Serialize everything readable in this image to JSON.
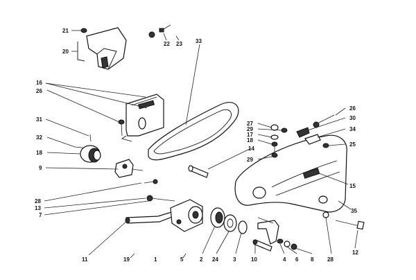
{
  "callouts": [
    {
      "id": "21",
      "text": "21"
    },
    {
      "id": "20",
      "text": "20"
    },
    {
      "id": "22",
      "text": "22"
    },
    {
      "id": "23",
      "text": "23"
    },
    {
      "id": "33",
      "text": "33"
    },
    {
      "id": "16",
      "text": "16"
    },
    {
      "id": "26a",
      "text": "26"
    },
    {
      "id": "31",
      "text": "31"
    },
    {
      "id": "32",
      "text": "32"
    },
    {
      "id": "18a",
      "text": "18"
    },
    {
      "id": "9",
      "text": "9"
    },
    {
      "id": "28a",
      "text": "28"
    },
    {
      "id": "13",
      "text": "13"
    },
    {
      "id": "7",
      "text": "7"
    },
    {
      "id": "11",
      "text": "11"
    },
    {
      "id": "19",
      "text": "19"
    },
    {
      "id": "1",
      "text": "1"
    },
    {
      "id": "5",
      "text": "5"
    },
    {
      "id": "2",
      "text": "2"
    },
    {
      "id": "24",
      "text": "24"
    },
    {
      "id": "3",
      "text": "3"
    },
    {
      "id": "10",
      "text": "10"
    },
    {
      "id": "4",
      "text": "4"
    },
    {
      "id": "6",
      "text": "6"
    },
    {
      "id": "8",
      "text": "8"
    },
    {
      "id": "28b",
      "text": "28"
    },
    {
      "id": "12",
      "text": "12"
    },
    {
      "id": "35",
      "text": "35"
    },
    {
      "id": "15",
      "text": "15"
    },
    {
      "id": "25",
      "text": "25"
    },
    {
      "id": "34",
      "text": "34"
    },
    {
      "id": "30",
      "text": "30"
    },
    {
      "id": "26b",
      "text": "26"
    },
    {
      "id": "27",
      "text": "27"
    },
    {
      "id": "29a",
      "text": "29"
    },
    {
      "id": "17",
      "text": "17"
    },
    {
      "id": "18b",
      "text": "18"
    },
    {
      "id": "14",
      "text": "14"
    },
    {
      "id": "29b",
      "text": "29"
    }
  ]
}
